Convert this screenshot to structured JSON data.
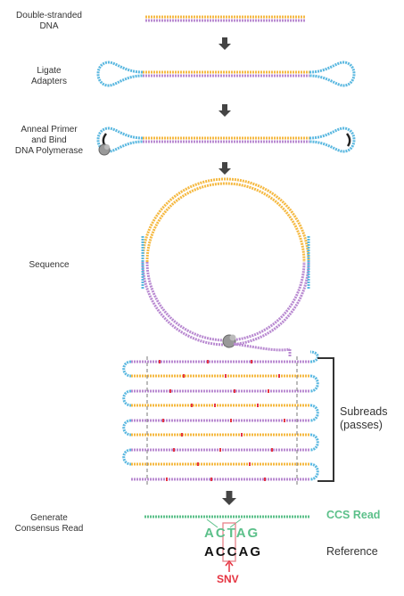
{
  "steps": {
    "s1": "Double-stranded\nDNA",
    "s2": "Ligate\nAdapters",
    "s3": "Anneal Primer\nand Bind\nDNA Polymerase",
    "s4": "Sequence",
    "s5": "Generate\nConsensus Read"
  },
  "subreads_label": "Subreads\n(passes)",
  "ccs_label": "CCS Read",
  "reference_label": "Reference",
  "ccs_seq": "ACTAG",
  "ref_seq": "ACCAG",
  "snv_label": "SNV",
  "colors": {
    "insert_top": "#f5b942",
    "insert_bottom": "#b98ad1",
    "adapter": "#5bb8e0",
    "ccs": "#5cc08a",
    "snv": "#e53340",
    "arrow": "#444444"
  }
}
